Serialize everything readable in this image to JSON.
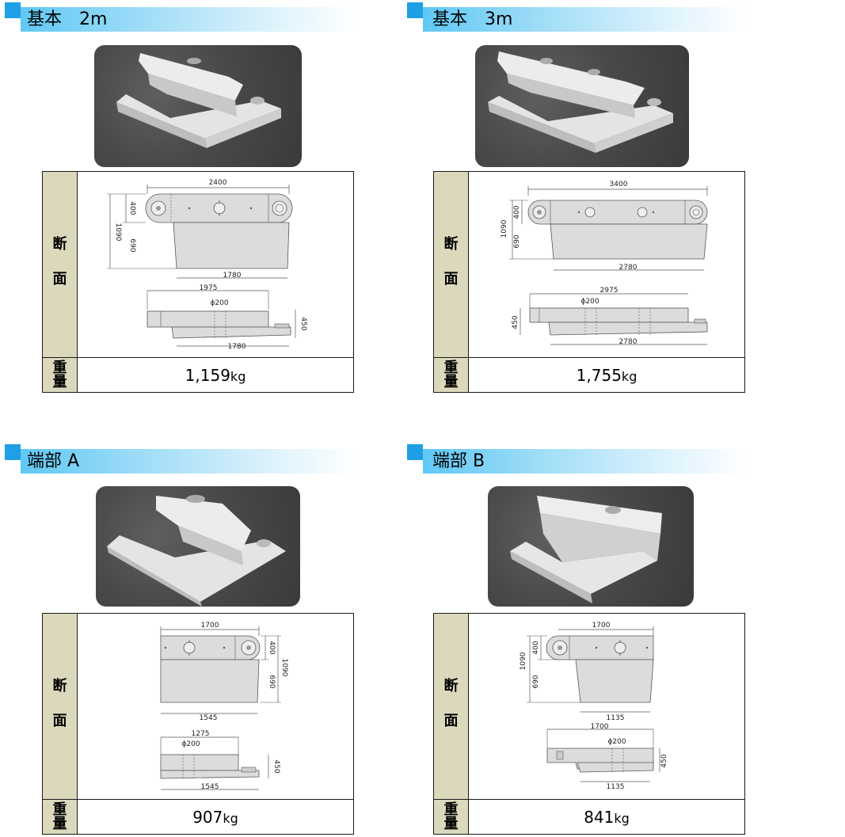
{
  "section_label": "断面",
  "section_label_chars": [
    "断",
    "面"
  ],
  "weight_label_chars": [
    "重",
    "量"
  ],
  "blocks": [
    {
      "title": "基本　2m",
      "weight_num": "1,159",
      "weight_unit": "kg",
      "dims": {
        "top_width": "2400",
        "h_top": "400",
        "h_total": "1090",
        "h_bottom": "690",
        "bottom_width": "1780",
        "side_width": "1975",
        "hole": "ϕ200",
        "side_height": "450",
        "side_bottom": "1780"
      }
    },
    {
      "title": "基本　3m",
      "weight_num": "1,755",
      "weight_unit": "kg",
      "dims": {
        "top_width": "3400",
        "h_top": "400",
        "h_total": "1090",
        "h_bottom": "690",
        "bottom_width": "2780",
        "side_width": "2975",
        "hole": "ϕ200",
        "side_height": "450",
        "side_bottom": "2780"
      }
    },
    {
      "title": "端部 A",
      "weight_num": "907",
      "weight_unit": "kg",
      "dims": {
        "top_width": "1700",
        "h_top": "400",
        "h_total": "1090",
        "h_bottom": "690",
        "bottom_width": "1545",
        "side_width": "1275",
        "hole": "ϕ200",
        "side_height": "450",
        "side_bottom": "1545"
      }
    },
    {
      "title": "端部 B",
      "weight_num": "841",
      "weight_unit": "kg",
      "dims": {
        "top_width": "1700",
        "h_top": "400",
        "h_total": "1090",
        "h_bottom": "690",
        "bottom_width": "1135",
        "side_width": "1700",
        "hole": "ϕ200",
        "side_height": "450",
        "side_bottom": "1135"
      }
    }
  ],
  "colors": {
    "header_square": "#1f9fe6",
    "header_band": "#5fc8f5",
    "label_cell": "#dcd8bc",
    "drawing_fill": "#dcdcdc"
  }
}
